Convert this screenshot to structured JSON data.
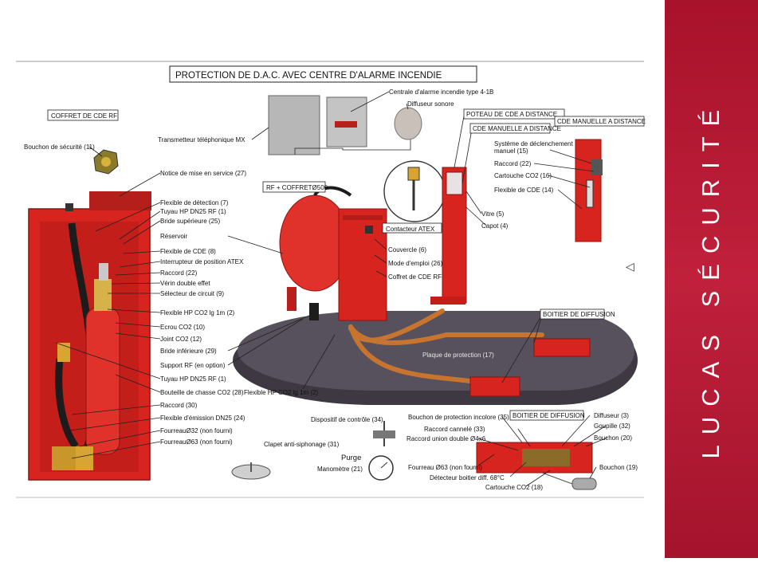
{
  "title": "PROTECTION DE D.A.C. AVEC CENTRE D'ALARME INCENDIE",
  "brand": "LUCAS SÉCURITÉ",
  "colors": {
    "red": "#d8241f",
    "dark_red": "#a81a16",
    "base": "#4a4550",
    "panel": "#b51a33",
    "pipe": "#c7742e"
  },
  "labels": {
    "coffret_cde_rf": "COFFRET DE CDE RF",
    "bouchon_securite": "Bouchon de sécurité (11)",
    "notice": "Notice de mise en service (27)",
    "flexible_detection": "Flexible de détection (7)",
    "tuyau_hp_1": "Tuyau HP DN25 RF (1)",
    "bride_sup": "Bride supérieure (25)",
    "reservoir": "Réservoir",
    "flexible_cde": "Flexible de CDE (8)",
    "interrupteur": "Interrupteur de position ATEX",
    "raccord_22": "Raccord (22)",
    "verin": "Vérin double effet",
    "selecteur": "Sélecteur de circuit (9)",
    "flexible_hp_2": "Flexible HP CO2 lg 1m (2)",
    "ecrou": "Ecrou CO2 (10)",
    "joint": "Joint CO2 (12)",
    "bride_inf": "Bride inférieure (29)",
    "support_rf": "Support RF (en option)",
    "tuyau_hp_1b": "Tuyau HP DN25 RF (1)",
    "bouteille": "Bouteille de chasse CO2 (28)",
    "raccord_30": "Raccord (30)",
    "flexible_emission": "Flexible d'émission DN25 (24)",
    "fourreau32": "FourreauØ32 (non fourni)",
    "fourreau63": "FourreauØ63 (non fourni)",
    "transmetteur": "Transmetteur téléphonique MX",
    "centrale": "Centrale d'alarme incendie type 4-1B",
    "diffuseur_sonore": "Diffuseur sonore",
    "rf_coffret": "RF + COFFRETØ500",
    "contacteur_atex": "Contacteur ATEX",
    "couvercle": "Couvercle (6)",
    "mode_emploi": "Mode d'emploi (26)",
    "coffret_cde_rf_b": "Coffret de CDE RF",
    "flexible_hp_2b": "Flexible HP CO2 lg 1m (2)",
    "poteau": "POTEAU DE CDE A DISTANCE",
    "cde_manuelle": "CDE MANUELLE A DISTANCE",
    "vitre": "Vitre (5)",
    "capot": "Capot (4)",
    "cde_manuelle_box": "CDE MANUELLE A DISTANCE",
    "systeme_1": "Système de déclenchement",
    "systeme_2": "manuel (15)",
    "raccord_22b": "Raccord (22)",
    "cartouche_16": "Cartouche CO2 (16)",
    "flexible_cde_14": "Flexible de CDE (14)",
    "boitier_diffusion_a": "BOITIER DE DIFFUSION",
    "plaque": "Plaque de protection (17)",
    "dispositif": "Dispositif de contrôle (34)",
    "clapet": "Clapet anti-siphonage (31)",
    "purge": "Purge",
    "manometre": "Manomètre (21)",
    "bouchon_protection": "Bouchon de protection incolore (35)",
    "raccord_cannele": "Raccord cannelé (33)",
    "raccord_union": "Raccord union double Ø4x6",
    "boitier_diffusion_b": "BOITIER DE DIFFUSION",
    "diffuseur_3": "Diffuseur (3)",
    "goupille": "Goupille (32)",
    "bouchon_20": "Bouchon (20)",
    "fourreau63b": "Fourreau Ø63 (non fourni)",
    "detecteur": "Détecteur boitier diff. 68°C",
    "bouchon_19": "Bouchon (19)",
    "cartouche_18": "Cartouche CO2 (18)"
  }
}
